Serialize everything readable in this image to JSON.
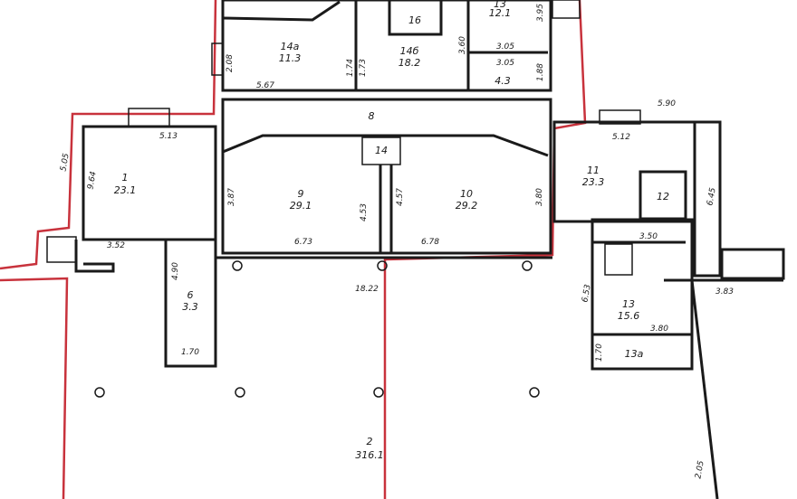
{
  "plan": {
    "outline_color": "#c8323c",
    "wall_color": "#1a1a1a",
    "rooms": [
      {
        "number": "1",
        "area": "23.1"
      },
      {
        "number": "2",
        "area": "316.1"
      },
      {
        "number": "6",
        "area": "3.3"
      },
      {
        "number": "8",
        "area": ""
      },
      {
        "number": "9",
        "area": "29.1"
      },
      {
        "number": "10",
        "area": "29.2"
      },
      {
        "number": "11",
        "area": "23.3"
      },
      {
        "number": "12",
        "area": ""
      },
      {
        "number": "13",
        "area": "15.6"
      },
      {
        "number": "13а",
        "area": ""
      },
      {
        "number": "14а",
        "area": "11.3"
      },
      {
        "number": "14б",
        "area": "18.2"
      },
      {
        "number": "14",
        "area": ""
      },
      {
        "number": "16",
        "area": ""
      },
      {
        "number": "13",
        "area": "12.1"
      },
      {
        "number": "",
        "area": "4.3"
      }
    ],
    "dimensions": [
      "5.67",
      "5.13",
      "9.64",
      "5.05",
      "3.52",
      "6.73",
      "6.78",
      "18.22",
      "4.53",
      "4.57",
      "3.87",
      "3.80",
      "4.90",
      "1.70",
      "5.90",
      "5.12",
      "6.45",
      "3.50",
      "6.53",
      "3.80",
      "1.70",
      "3.83",
      "2.05",
      "3.05",
      "3.05",
      "1.74",
      "1.73",
      "3.60",
      "1.88",
      "3.95",
      "2.08"
    ]
  }
}
